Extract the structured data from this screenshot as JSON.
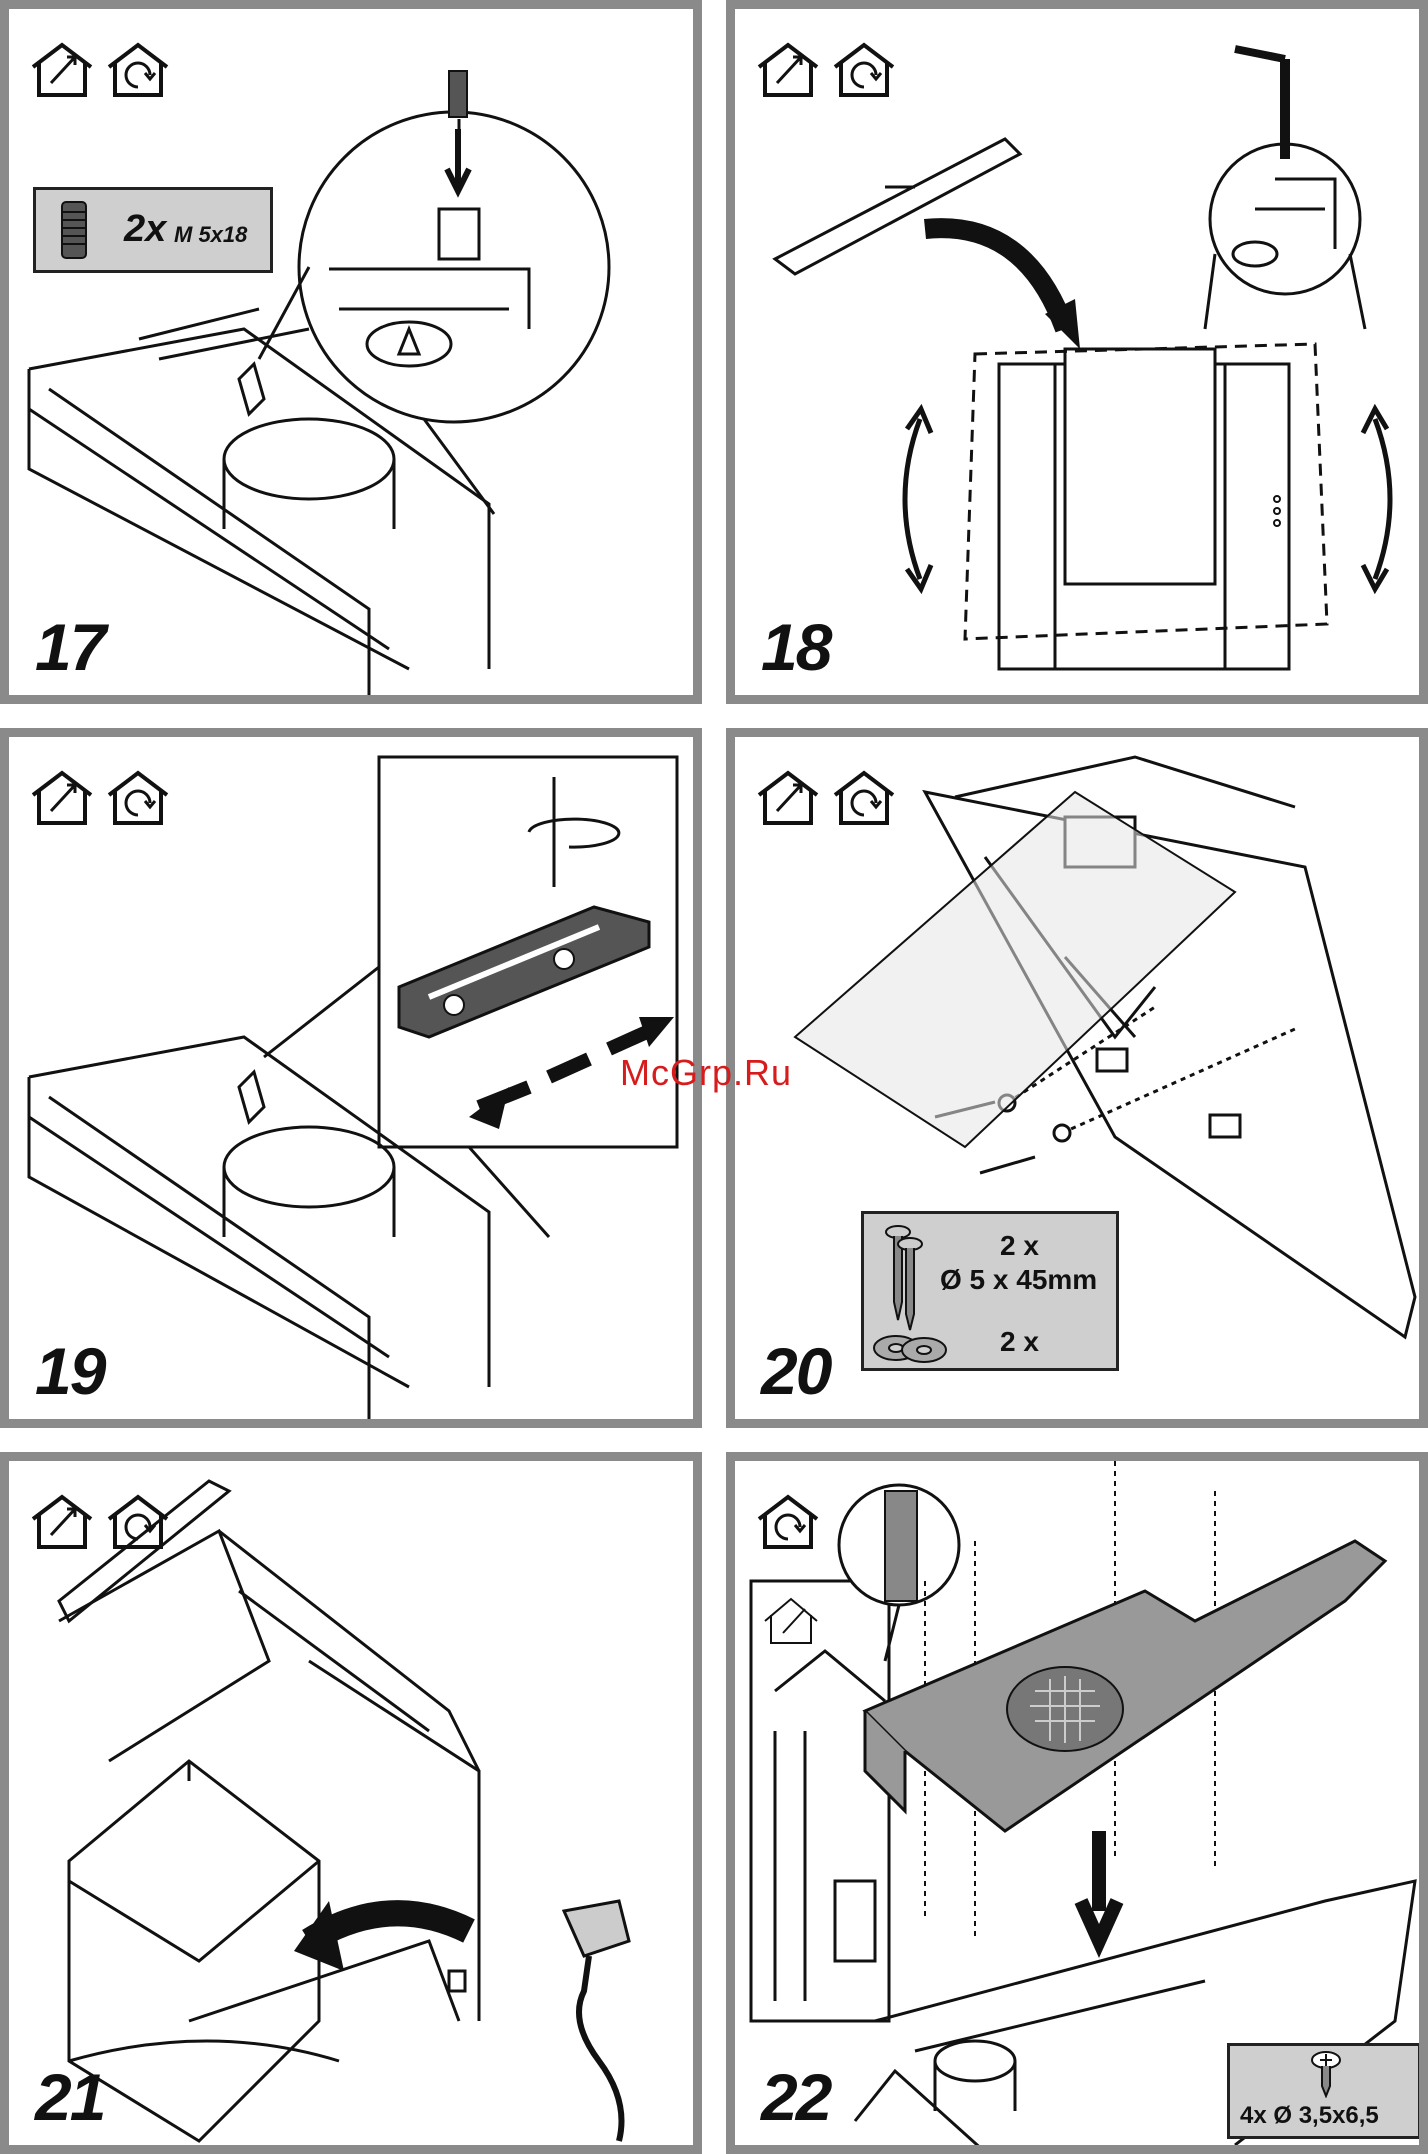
{
  "watermark": "McGrp.Ru",
  "steps": [
    {
      "number": "17",
      "part": {
        "qty": "2x",
        "spec": "M 5x18"
      }
    },
    {
      "number": "18"
    },
    {
      "number": "19"
    },
    {
      "number": "20",
      "parts": [
        {
          "qty": "2 x",
          "spec": "Ø 5 x 45mm"
        },
        {
          "qty": "2 x"
        }
      ]
    },
    {
      "number": "21"
    },
    {
      "number": "22",
      "part": {
        "text": "4x Ø 3,5x6,5"
      }
    }
  ],
  "icons": [
    "exhaust-house-icon",
    "recirculation-house-icon"
  ],
  "colors": {
    "panel_border": "#8a8a8a",
    "part_box": "#cfcfcf",
    "watermark": "#d61c1c"
  }
}
